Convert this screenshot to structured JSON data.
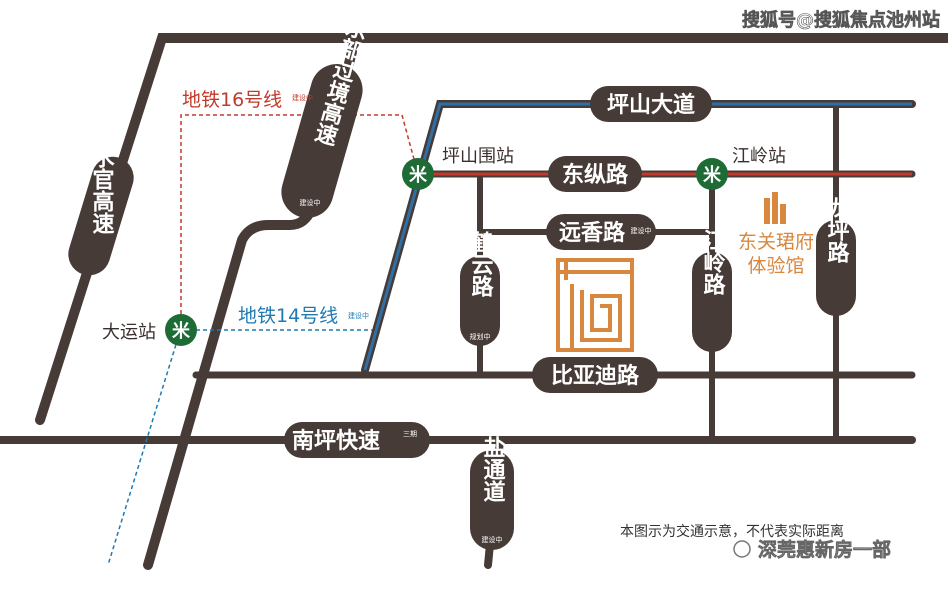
{
  "watermark_top": "搜狐号@搜狐焦点池州站",
  "watermark_bottom": "深莞惠新房一部",
  "disclaimer": "本图示为交通示意，不代表实际距离",
  "metro_lines": {
    "line16": {
      "label": "地铁16号线",
      "note": "建设中",
      "color": "#c23a2a"
    },
    "line14": {
      "label": "地铁14号线",
      "note": "建设中",
      "color": "#1f7ab4"
    }
  },
  "stations": {
    "dayun": "大运站",
    "pingshanwei": "坪山围站",
    "jiangling": "江岭站"
  },
  "roads": {
    "shuiguan": "水官高速",
    "dongbu": "东部过境高速",
    "dongbu_note": "建设中",
    "pingshan_avenue": "坪山大道",
    "dongzong": "东纵路",
    "yuanxiang": "远香路",
    "yuanxiang_note": "建设中",
    "heyun": "鹤云路",
    "heyun_note": "规划中",
    "jiangling": "江岭路",
    "longping": "龙坪路",
    "biyadi": "比亚迪路",
    "nanping": "南坪快速",
    "nanping_note": "三期",
    "pingyan": "坪盐通道",
    "pingyan_note": "建设中"
  },
  "project": {
    "name_line1": "东关珺府",
    "name_line2": "体验馆"
  },
  "colors": {
    "road": "#473b38",
    "metro_green": "#1f6b36",
    "project_orange": "#d8873f"
  }
}
